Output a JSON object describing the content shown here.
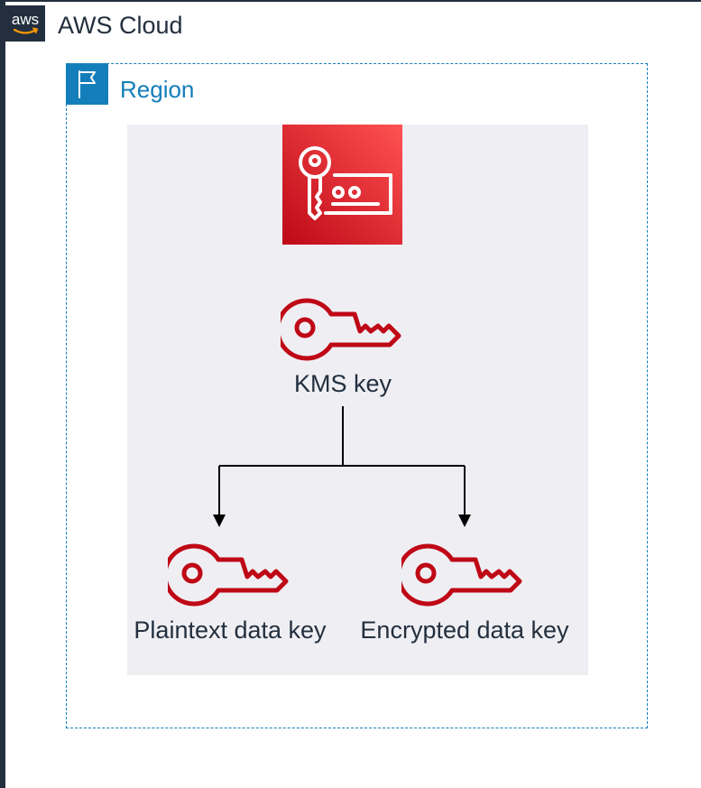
{
  "cloud": {
    "logo_text": "aws",
    "label": "AWS Cloud"
  },
  "region": {
    "label": "Region"
  },
  "nodes": {
    "kms_key": {
      "label": "KMS key"
    },
    "plaintext_data_key": {
      "label": "Plaintext data key"
    },
    "encrypted_data_key": {
      "label": "Encrypted data key"
    }
  },
  "colors": {
    "aws_dark": "#232f3e",
    "region_blue": "#147eba",
    "group_fill": "#efeff3",
    "key_red": "#bf0816",
    "service_gradient_start": "#bd0816",
    "service_gradient_end": "#ff5252"
  },
  "icons": {
    "cloud": "aws-logo-icon",
    "region": "region-flag-icon",
    "service": "kms-service-icon",
    "key": "key-icon"
  }
}
